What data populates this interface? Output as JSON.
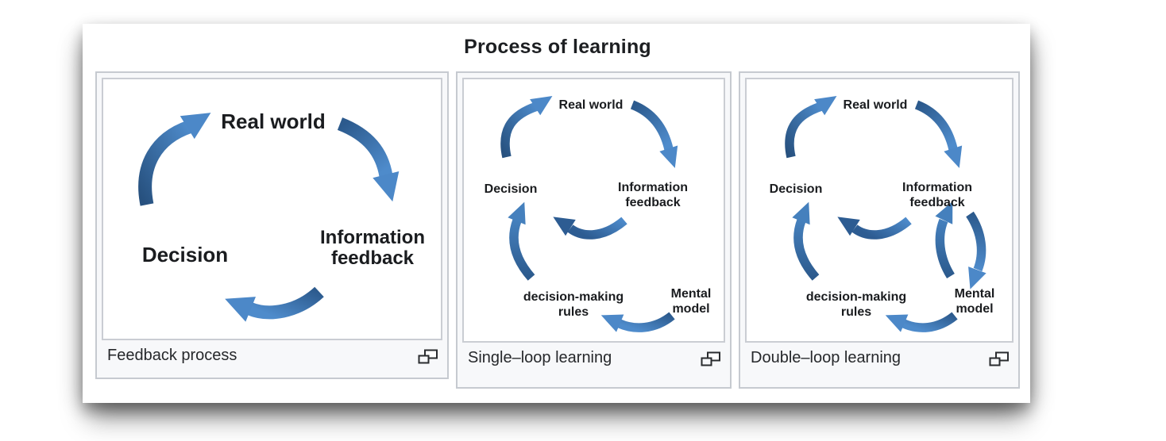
{
  "page": {
    "title": "Process of learning"
  },
  "colors": {
    "arrow_dark": "#27517f",
    "arrow_light": "#4e8bcb",
    "panel_border": "#c6cad0",
    "panel_bg": "#f7f8fa",
    "image_bg": "#ffffff",
    "text": "#1d1f22"
  },
  "panels": [
    {
      "caption": "Feedback process",
      "icon": "gallery-expand-icon",
      "labels": {
        "real_world": "Real world",
        "information_1": "Information",
        "information_2": "feedback",
        "decision": "Decision"
      }
    },
    {
      "caption": "Single–loop learning",
      "icon": "gallery-expand-icon",
      "labels": {
        "real_world": "Real world",
        "information_1": "Information",
        "information_2": "feedback",
        "decision": "Decision",
        "rules_1": "decision-making",
        "rules_2": "rules",
        "mental_1": "Mental",
        "mental_2": "model"
      }
    },
    {
      "caption": "Double–loop learning",
      "icon": "gallery-expand-icon",
      "labels": {
        "real_world": "Real world",
        "information_1": "Information",
        "information_2": "feedback",
        "decision": "Decision",
        "rules_1": "decision-making",
        "rules_2": "rules",
        "mental_1": "Mental",
        "mental_2": "model"
      }
    }
  ]
}
